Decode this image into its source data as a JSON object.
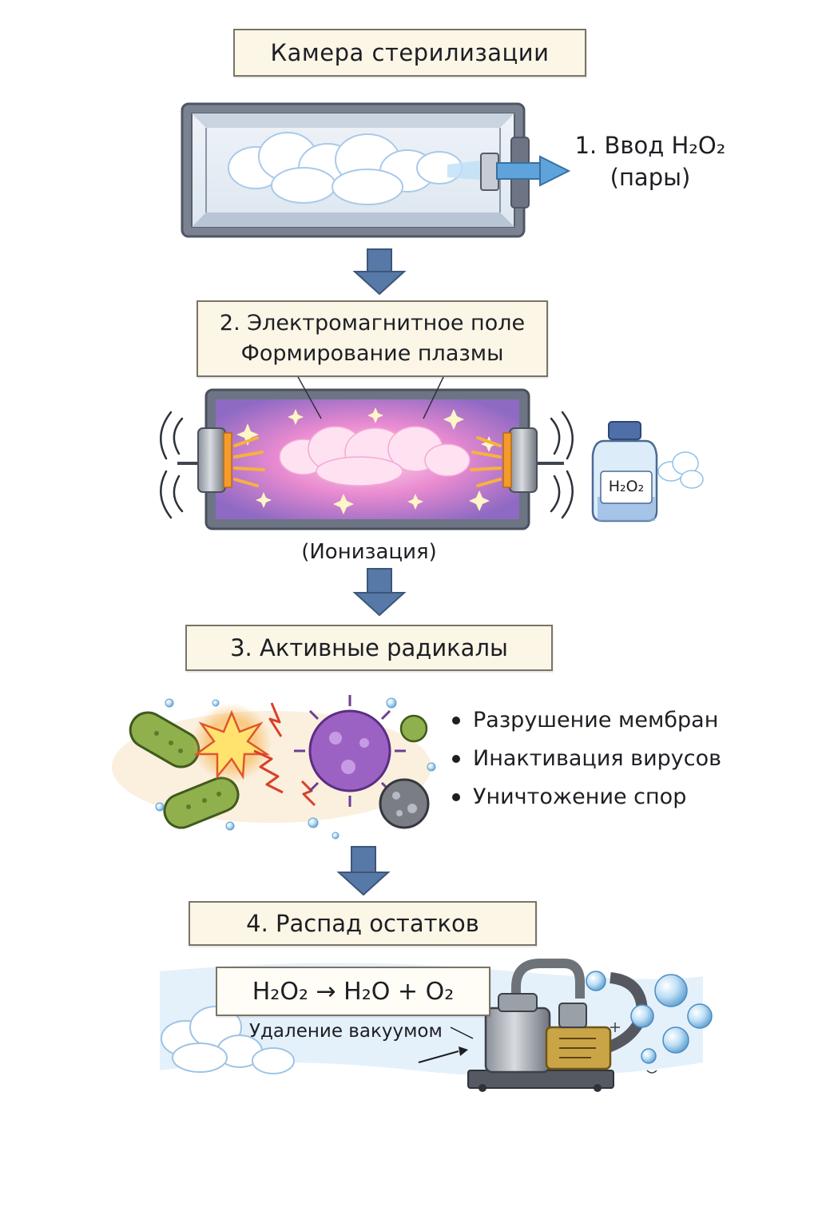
{
  "title": "Камера стерилизации",
  "step1": {
    "label": "1. Ввод H₂O₂",
    "sublabel": "(пары)"
  },
  "step2": {
    "line1": "2. Электромагнитное поле",
    "line2": "Формирование плазмы",
    "caption": "(Ионизация)",
    "bottle_label": "H₂O₂"
  },
  "step3": {
    "label": "3. Активные радикалы",
    "bullets": [
      "Разрушение мембран",
      "Инактивация вирусов",
      "Уничтожение спор"
    ]
  },
  "step4": {
    "label": "4. Распад остатков",
    "equation": "H₂O₂ → H₂O + O₂",
    "vacuum_label": "Удаление вакуумом"
  },
  "colors": {
    "arrow": "#5779a8",
    "box_fill": "#fbf6e6",
    "chamber": "#6d7584",
    "plasma": "#f07ac0",
    "bacteria": "#8fb04c",
    "virus": "#9b62c4"
  }
}
